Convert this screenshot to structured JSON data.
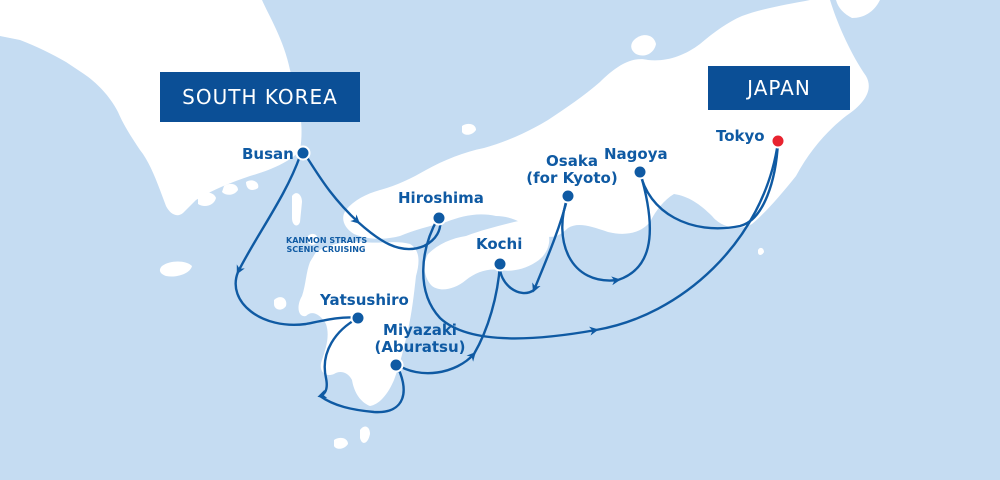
{
  "colors": {
    "sea": "#c5dcf2",
    "land": "#ffffff",
    "route": "#0f5aa3",
    "port": "#0f5aa3",
    "destination": "#e8232f",
    "label_bg": "#0b4f96"
  },
  "countries": {
    "south_korea": "SOUTH KOREA",
    "japan": "JAPAN"
  },
  "ports": {
    "busan": "Busan",
    "hiroshima": "Hiroshima",
    "osaka": "Osaka",
    "osaka_note": "(for Kyoto)",
    "nagoya": "Nagoya",
    "tokyo": "Tokyo",
    "kochi": "Kochi",
    "yatsushiro": "Yatsushiro",
    "miyazaki": "Miyazaki",
    "miyazaki_note": "(Aburatsu)"
  },
  "annotation": {
    "line1": "KANMON STRAITS",
    "line2": "SCENIC CRUISING"
  },
  "icons": {
    "port_marker": "circle-port-icon",
    "destination_marker": "red-circle-destination-icon",
    "route_arrow": "arrowhead-icon"
  }
}
